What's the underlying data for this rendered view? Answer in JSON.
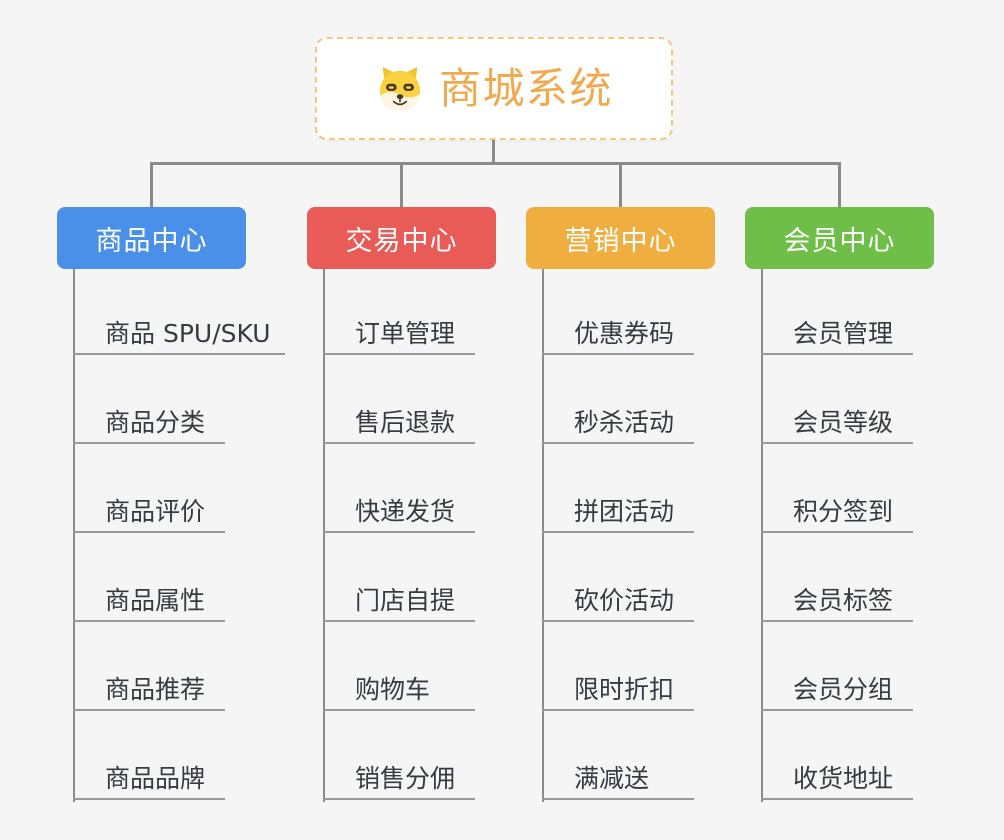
{
  "app": {
    "background_color": "#F5F5F6",
    "connector_color": "#8B8B8B",
    "leaf_underline_color": "#9A9A9A",
    "leaf_text_color": "#363B42"
  },
  "root": {
    "title": "商城系统",
    "icon": "shiba-dog-icon",
    "title_color": "#F2A94E",
    "border_color": "#F3C77F"
  },
  "branches": [
    {
      "label": "商品中心",
      "color": "#4A90E8",
      "children": [
        "商品 SPU/SKU",
        "商品分类",
        "商品评价",
        "商品属性",
        "商品推荐",
        "商品品牌"
      ]
    },
    {
      "label": "交易中心",
      "color": "#E85B57",
      "children": [
        "订单管理",
        "售后退款",
        "快递发货",
        "门店自提",
        "购物车",
        "销售分佣"
      ]
    },
    {
      "label": "营销中心",
      "color": "#F0AE41",
      "children": [
        "优惠券码",
        "秒杀活动",
        "拼团活动",
        "砍价活动",
        "限时折扣",
        "满减送"
      ]
    },
    {
      "label": "会员中心",
      "color": "#6FBE48",
      "children": [
        "会员管理",
        "会员等级",
        "积分签到",
        "会员标签",
        "会员分组",
        "收货地址"
      ]
    }
  ]
}
